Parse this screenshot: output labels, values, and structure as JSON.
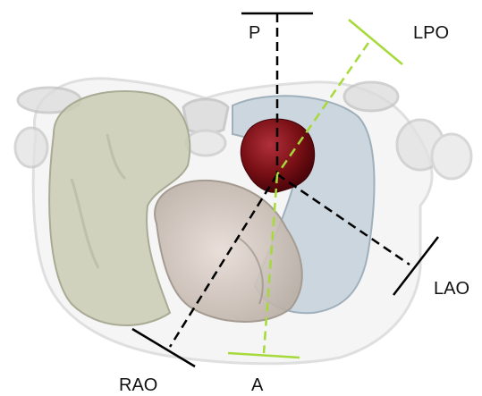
{
  "labels": {
    "p": "P",
    "lpo": "LPO",
    "lao": "LAO",
    "rao": "RAO",
    "a": "A"
  },
  "colors": {
    "background": "#ffffff",
    "line_black": "#000000",
    "line_green": "#a6d93a",
    "left_lung": "#c9cbb4",
    "right_lung": "#c7d3dc",
    "heart": "#d7cbc6",
    "tumor": "#7a1016",
    "bone": "#d9d9d9"
  }
}
